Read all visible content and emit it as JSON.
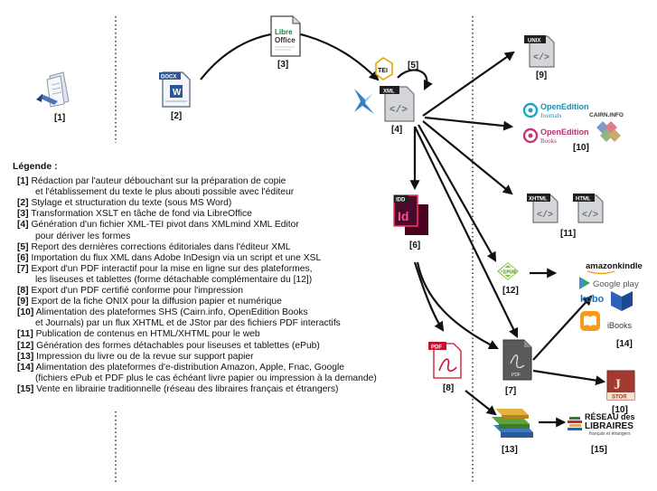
{
  "nodes": {
    "n1": "[1]",
    "n2": "[2]",
    "n3": "[3]",
    "n4": "[4]",
    "n5": "[5]",
    "n6": "[6]",
    "n7": "[7]",
    "n8": "[8]",
    "n9": "[9]",
    "n10a": "[10]",
    "n10b": "[10]",
    "n11": "[11]",
    "n12": "[12]",
    "n13": "[13]",
    "n14": "[14]",
    "n15": "[15]"
  },
  "icons": {
    "docx": "DOCX",
    "libre_1": "Libre",
    "libre_2": "Office",
    "tei": "TEI",
    "xml": "XML",
    "unix": "UNIX",
    "xhtml": "XHTML",
    "html": "HTML",
    "idd": "IDD",
    "id": "Id",
    "pdf": "PDF",
    "epub": "EPUB",
    "openedition": "OpenEdition",
    "journals": "Journals",
    "books": "Books",
    "cairn": "CAIRN.INFO",
    "jstor": "STOR",
    "amazon": "amazonkindle",
    "googleplay": "Google play",
    "kobo": "kobo",
    "ibooks": "iBooks",
    "reseau_1": "RÉSEAU des",
    "reseau_2": "LIBRAIRES",
    "reseau_3": "français et étrangers"
  },
  "legend": {
    "title": "Légende :",
    "items": [
      {
        "num": "[1]",
        "text": "Rédaction par l'auteur débouchant sur la préparation de copie",
        "cont": "et l'établissement du texte le plus abouti possible avec l'éditeur"
      },
      {
        "num": "[2]",
        "text": "Stylage et structuration du texte (sous MS Word)"
      },
      {
        "num": "[3]",
        "text": "Transformation XSLT en tâche de fond via LibreOffice"
      },
      {
        "num": "[4]",
        "text": "Génération d'un fichier XML-TEI pivot dans XMLmind XML Editor",
        "cont": "pour dériver les formes"
      },
      {
        "num": "[5]",
        "text": "Report des dernières corrections éditoriales dans l'éditeur XML"
      },
      {
        "num": "[6]",
        "text": "Importation du flux XML dans Adobe InDesign via un script et une XSL"
      },
      {
        "num": "[7]",
        "text": "Export d'un PDF interactif pour la mise en ligne sur des plateformes,",
        "cont": "les liseuses et tablettes (forme détachable complémentaire du [12])"
      },
      {
        "num": "[8]",
        "text": "Export d'un PDF certifié conforme pour l'impression"
      },
      {
        "num": "[9]",
        "text": "Export de la fiche ONIX pour la diffusion papier et numérique"
      },
      {
        "num": "[10]",
        "text": "Alimentation des plateformes SHS (Cairn.info, OpenEdition Books",
        "cont": "et Journals) par un flux XHTML et de JStor par des fichiers PDF interactifs"
      },
      {
        "num": "[11]",
        "text": "Publication de contenus en HTML/XHTML pour le web"
      },
      {
        "num": "[12]",
        "text": "Génération des formes détachables pour liseuses et tablettes (ePub)"
      },
      {
        "num": "[13]",
        "text": "Impression du livre ou de la revue sur support papier"
      },
      {
        "num": "[14]",
        "text": "Alimentation des plateformes d'e-distribution Amazon, Apple, Fnac, Google",
        "cont": "(fichiers ePub et PDF plus le cas échéant livre papier ou impression à la demande)"
      },
      {
        "num": "[15]",
        "text": "Vente en librairie traditionnelle (réseau des libraires français et étrangers)"
      }
    ]
  }
}
